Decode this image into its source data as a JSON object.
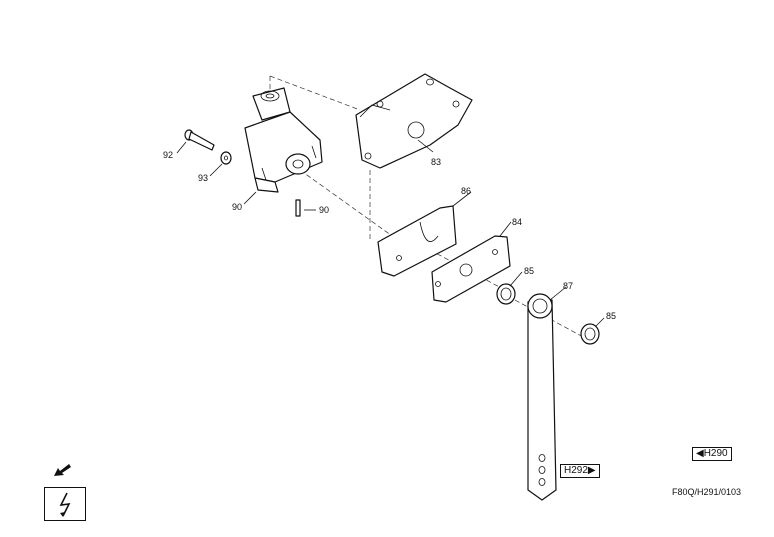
{
  "callouts": [
    {
      "id": "c83",
      "label": "83"
    },
    {
      "id": "c84",
      "label": "84"
    },
    {
      "id": "c85a",
      "label": "85"
    },
    {
      "id": "c85b",
      "label": "85"
    },
    {
      "id": "c86",
      "label": "86"
    },
    {
      "id": "c87",
      "label": "87"
    },
    {
      "id": "c90a",
      "label": "90"
    },
    {
      "id": "c90b",
      "label": "90"
    },
    {
      "id": "c92",
      "label": "92"
    },
    {
      "id": "c93",
      "label": "93"
    }
  ],
  "references": {
    "prev_page": "◀H290",
    "next_page": "H292▶"
  },
  "document_code": "F80Q/H291/0103",
  "icons": {
    "direction": "arrow-down-left-icon",
    "electrical": "lightning-bolt-icon"
  }
}
